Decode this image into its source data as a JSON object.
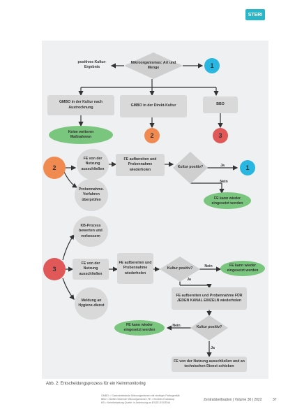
{
  "logo_text": "STERI",
  "flow": {
    "positive_result": "positives Kultur-Ergebnis",
    "microorganisms": "Mikroorganismus: Art und Menge",
    "n1a": "1",
    "gmbo_dry": "GMBO in der Kultur nach Austrocknung",
    "gmbo_direct": "GMBO in der Direkt-Kultur",
    "bbo": "BBO",
    "no_further": "Keine weiteren Maßnahmen",
    "n2a": "2",
    "n3a": "3",
    "n2b": "2",
    "fe_remove1": "FE von der Nutzung ausschließen",
    "prepare1": "FE aufbereiten und Probennahme wiederholen",
    "culture_pos1": "Kultur positiv?",
    "ja1": "Ja",
    "n1b": "1",
    "nein1": "Nein",
    "fe_reuse1": "FE kann wieder eingesetzt werden",
    "check_sampling": "Probennahme-Verfahren überprüfen",
    "n3b": "3",
    "kb_process": "KB-Prozess bewerten und verbessern",
    "fe_remove2": "FE von der Nutzung ausschließen",
    "prepare2": "FE aufbereiten und Probennahme wiederholen",
    "culture_pos2": "Kultur positiv?",
    "nein2": "Nein",
    "fe_reuse2": "FE kann wieder eingesetzt werden",
    "ja2": "Ja",
    "report_service": "Meldung an Hygiene-dienst",
    "prepare_each": "FE aufbereiten und Probennahme FÜR JEDEN KANAL EINZELN wiederholen",
    "culture_pos3": "Kultur positiv?",
    "nein3": "Nein",
    "fe_reuse3": "FE kann wieder eingesetzt werden",
    "ja3": "Ja",
    "fe_remove_final": "FE von der Nutzung ausschließen und an technischen Dienst schicken"
  },
  "caption": "Abb. 2: Entscheidungsprozess für ein Keimmonitoring",
  "footnote_lines": [
    "GMBO = Gastrointestinale Mikroorganismen mit niedriger Pathogenität",
    "BBO = Biofilm bildende Mikroorganismen   FE = flexibles Endoskop",
    "KB = Keimbelastung   Quelle: in Anlehnung an ESGE-ESGENA"
  ],
  "journal": "Zentralsterilisation | Volume 30 | 2022",
  "page_number": "37",
  "colors": {
    "box": "#d9d9d9",
    "diamond": "#cfcfcf",
    "green": "#7bc67e",
    "blue": "#29b6e0",
    "orange": "#f08a50",
    "red": "#e05858",
    "line": "#333333"
  }
}
